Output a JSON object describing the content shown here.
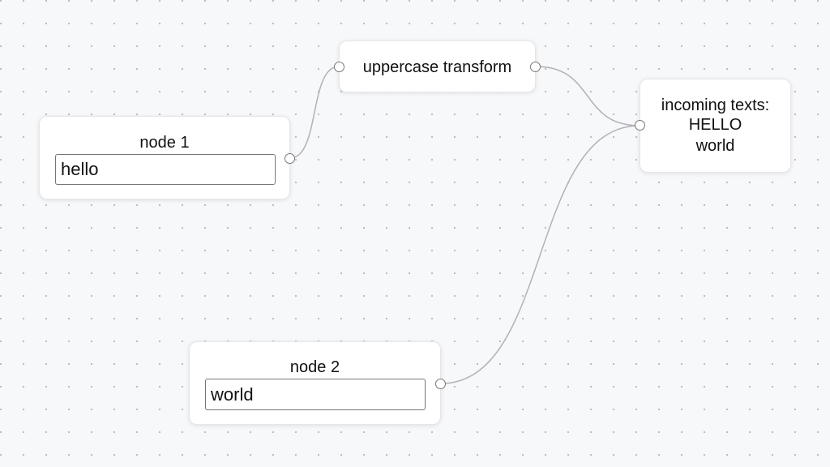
{
  "nodes": {
    "node1": {
      "title": "node 1",
      "input_value": "hello"
    },
    "node2": {
      "title": "node 2",
      "input_value": "world"
    },
    "uppercase": {
      "title": "uppercase transform"
    },
    "result": {
      "title": "incoming texts:",
      "lines": [
        "HELLO",
        "world"
      ]
    }
  },
  "edges": [
    {
      "from": "node1",
      "to": "uppercase"
    },
    {
      "from": "uppercase",
      "to": "result"
    },
    {
      "from": "node2",
      "to": "result"
    }
  ],
  "colors": {
    "background": "#f7f8fa",
    "edge": "#b1b1b7",
    "node_bg": "#ffffff",
    "handle_border": "#777777"
  }
}
